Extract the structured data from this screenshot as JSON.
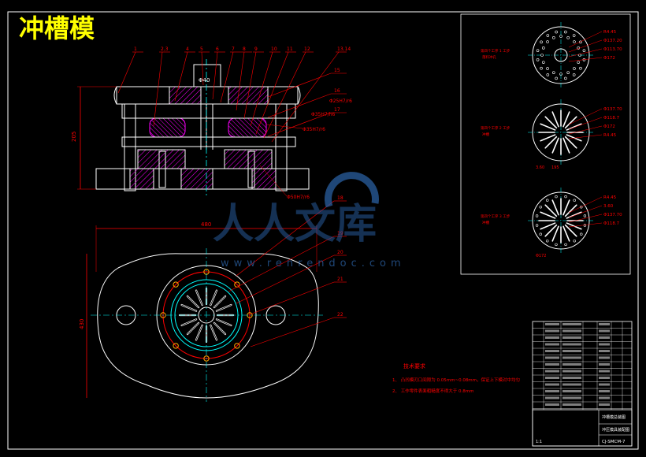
{
  "title": "冲槽模",
  "watermark": {
    "text": "人人文库",
    "url": "www.renrendoc.com",
    "logo_icon": "renrendoc-logo-icon"
  },
  "front_view": {
    "callouts": [
      "1",
      "2,3",
      "4",
      "5",
      "6",
      "7",
      "8",
      "9",
      "10",
      "11",
      "12",
      "13,14",
      "15",
      "16",
      "17"
    ],
    "fits": [
      "Φ25H7/r6",
      "Φ35H7/r6",
      "Φ35H7/h6",
      "Φ50H7/r6"
    ],
    "dim_height": "205",
    "dim_top": "Φ40"
  },
  "top_view": {
    "callouts": [
      "18",
      "19",
      "20",
      "21",
      "22"
    ],
    "dim_width": "480",
    "dim_height": "430"
  },
  "process_views": [
    {
      "label_line1": "第四个工序 1 工步",
      "label_line2": "落料冲孔",
      "dims": [
        "R4.45",
        "Φ137.20",
        "Φ113.70",
        "Φ172"
      ]
    },
    {
      "label_line1": "第四个工序 2 工步",
      "label_line2": "冲槽",
      "dims": [
        "Φ137.70",
        "Φ118.7",
        "Φ172",
        "R4.45",
        "3.60",
        "195"
      ]
    },
    {
      "label_line1": "第四个工序 3 工步",
      "label_line2": "冲槽",
      "dims": [
        "R4.45",
        "3.60",
        "Φ137.70",
        "Φ118.7",
        "Φ172"
      ]
    }
  ],
  "tech_notes": {
    "heading": "技术要求",
    "items": [
      "1、 凸凹模刃口间隙为 0.05mm~0.08mm，保证上下模对中均匀",
      "2、 工作零件表面粗糙度不得大于 0.8mm"
    ]
  },
  "title_block": {
    "drawing_no": "CJ-SMCM-7",
    "name_line1": "冲槽模总装图",
    "name_line2": "冲压模具装配图",
    "scale": "1:1"
  },
  "colors": {
    "background": "#000000",
    "outline": "#ffffff",
    "dimension": "#ff0000",
    "hatch": "#ff00ff",
    "title": "#ffff00",
    "center": "#00ffff",
    "watermark": "#2a5fa0"
  }
}
